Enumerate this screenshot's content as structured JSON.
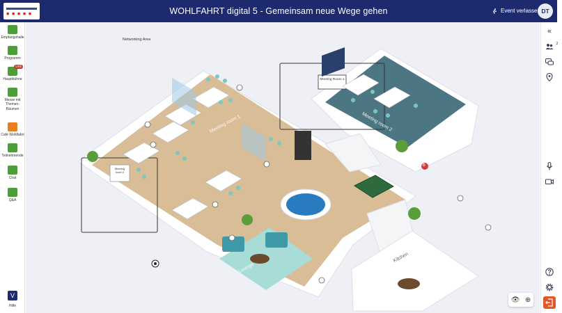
{
  "header": {
    "title": "WOHLFAHRT digital 5 - Gemeinsam neue Wege gehen",
    "leave_label": "Event verlassen",
    "avatar_initials": "DT",
    "bg_color": "#1e2a6e"
  },
  "sidebar": {
    "items": [
      {
        "label": "Empfangshalle",
        "icon": "reception-icon"
      },
      {
        "label": "Programm",
        "icon": "program-icon"
      },
      {
        "label": "Hauptbühne",
        "icon": "stage-icon",
        "badge": "LIVE"
      },
      {
        "label": "Messe mit Themen-Räumen",
        "icon": "fair-icon"
      },
      {
        "label": "Café Wohlfahrt",
        "icon": "cafe-icon"
      },
      {
        "label": "Teilnehmende",
        "icon": "participants-icon"
      },
      {
        "label": "Chat",
        "icon": "chat-icon"
      },
      {
        "label": "Q&A",
        "icon": "qa-icon"
      }
    ],
    "help_label": "Hilfe",
    "help_logo": "V"
  },
  "map": {
    "networking_label": "Networking Area",
    "meeting_room_1_sign": "Meeting Room 1",
    "meeting_room_2_sign": "Meeting room 2",
    "meeting_room_1_floor": "Meeting room 1",
    "meeting_room_2_floor": "Meeting room 2",
    "lounge_floor": "Lounge",
    "kitchen_floor": "Kitchen",
    "user_marker": "D"
  },
  "rightbar": {
    "icons": [
      "collapse-icon",
      "people-icon",
      "chat-bubbles-icon",
      "location-icon",
      "microphone-icon",
      "camera-icon",
      "help-icon",
      "settings-icon",
      "exit-icon"
    ],
    "participant_count": "2"
  },
  "zoom": {
    "icons": [
      "eye-icon",
      "zoom-in-icon"
    ]
  }
}
